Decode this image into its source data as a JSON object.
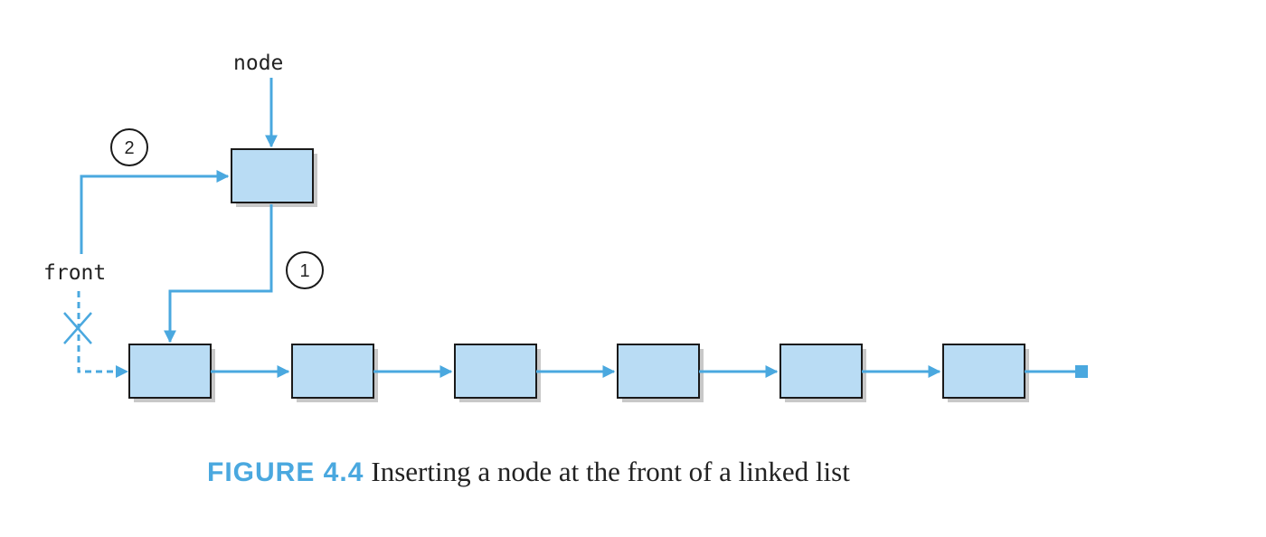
{
  "labels": {
    "node_var": "node",
    "front_var": "front",
    "step1": "1",
    "step2": "2"
  },
  "caption": {
    "label": "FIGURE 4.4",
    "text": "Inserting a node at the front of a linked list"
  },
  "colors": {
    "arrow": "#4aa8df",
    "node_fill": "#b9dcf4",
    "node_border": "#1a1a1a",
    "shadow": "#c8c8c8",
    "caption_label": "#4aa8df"
  }
}
